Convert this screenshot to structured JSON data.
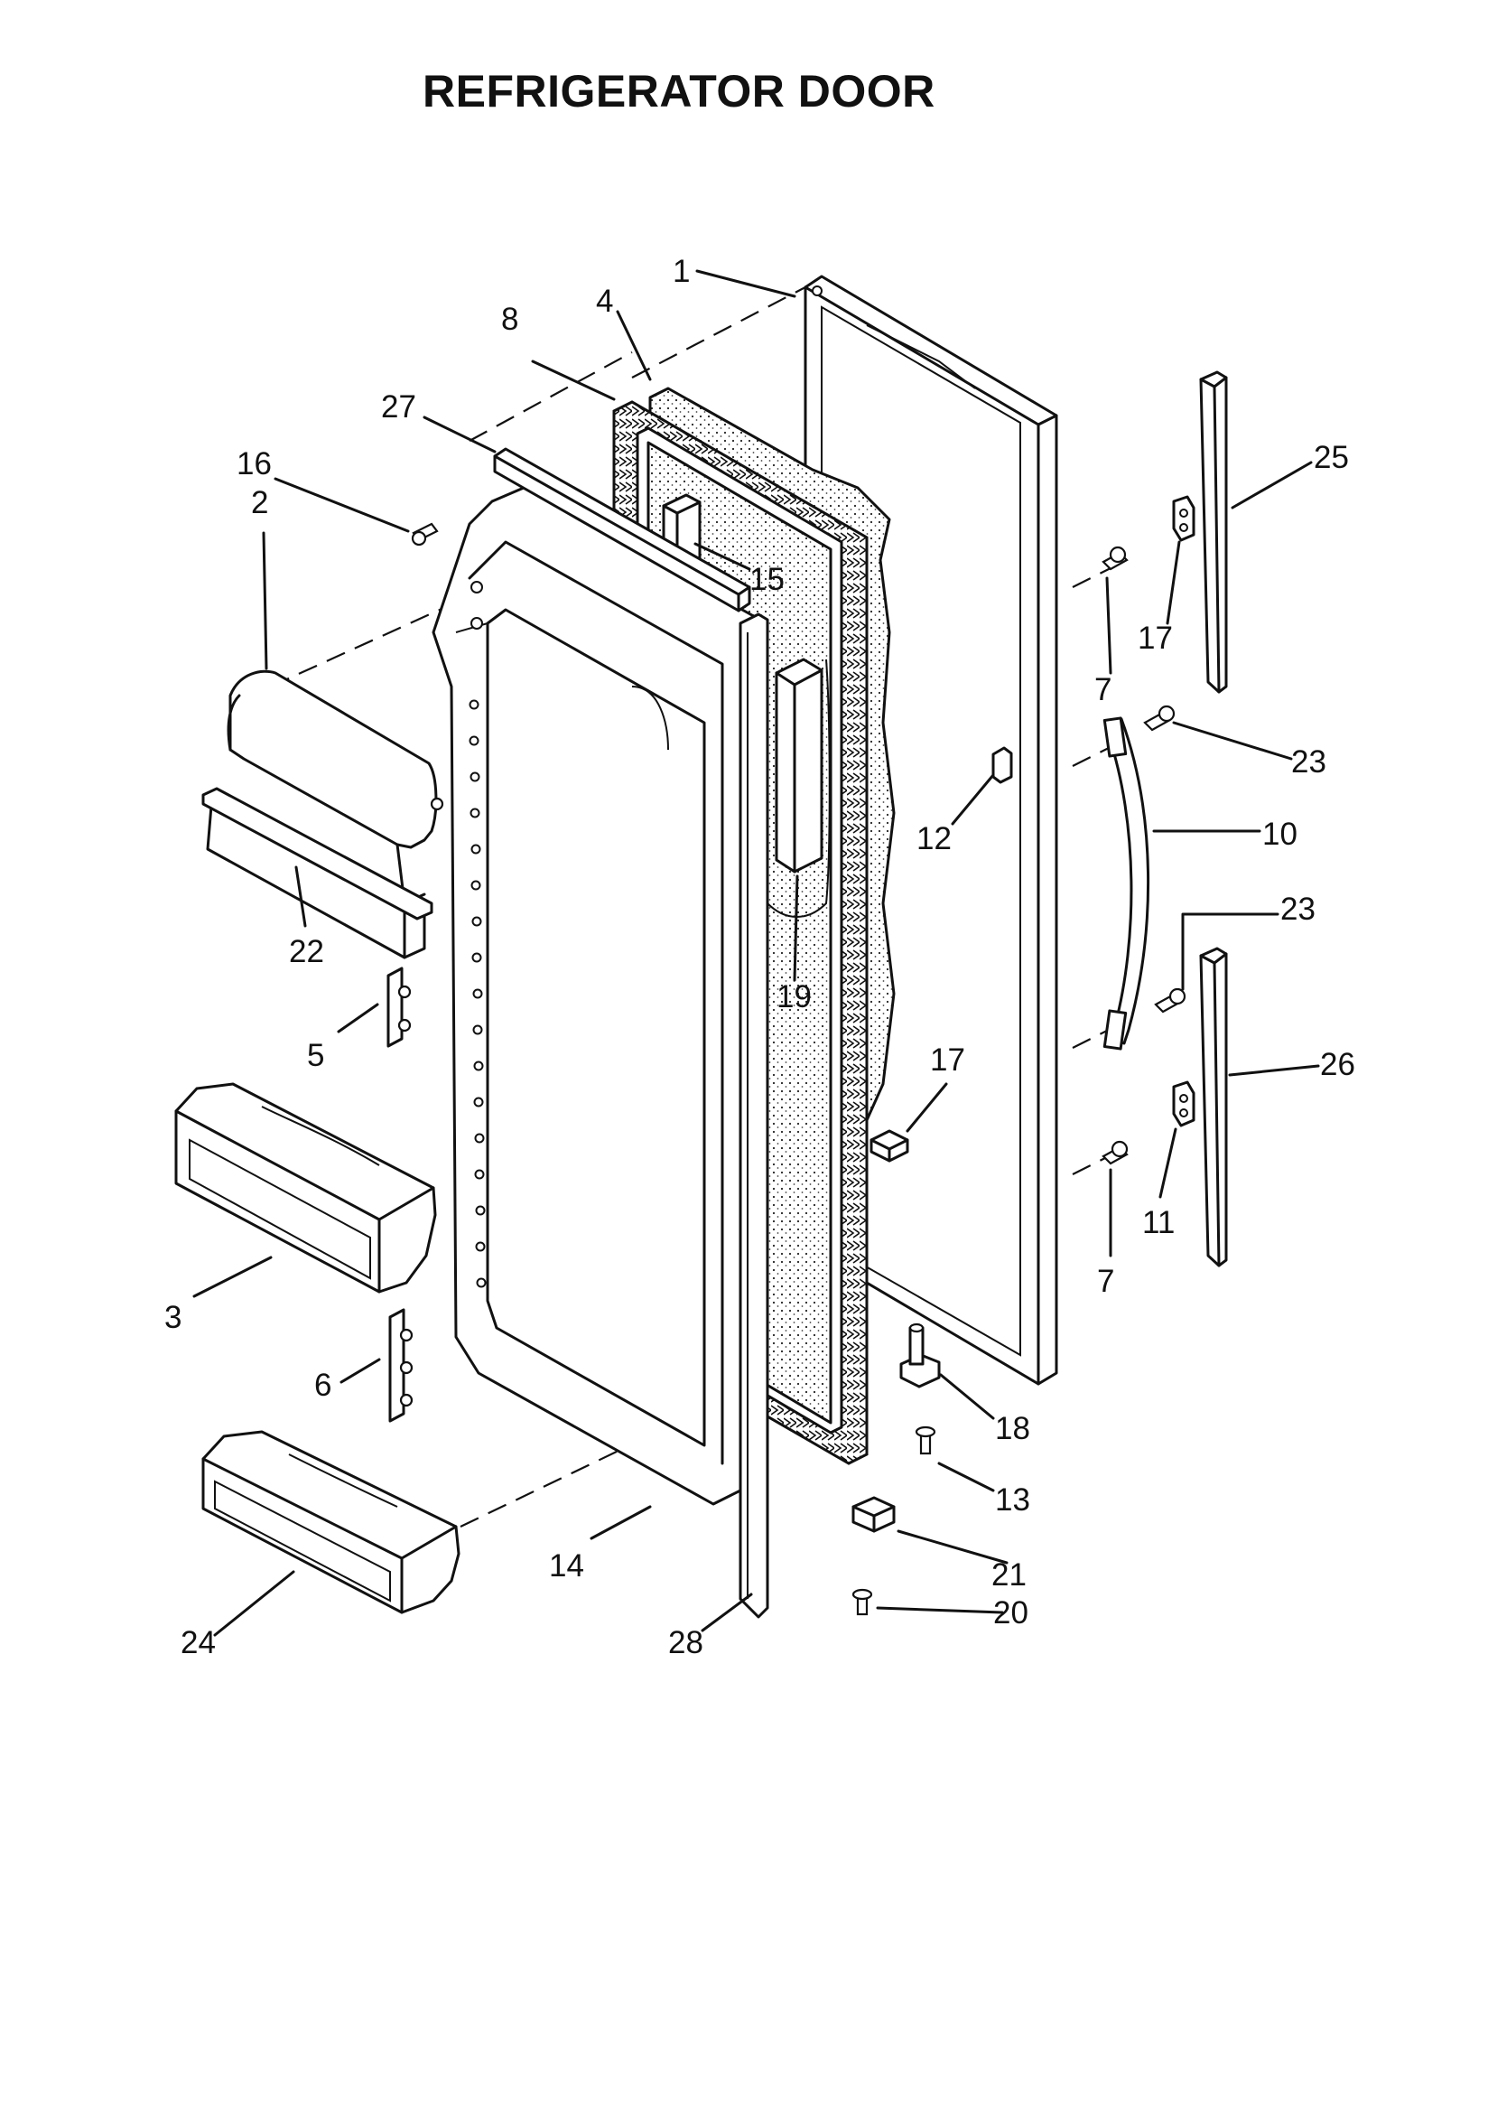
{
  "title": "REFRIGERATOR DOOR",
  "callouts": [
    {
      "id": "c1",
      "label": "1"
    },
    {
      "id": "c4",
      "label": "4"
    },
    {
      "id": "c8",
      "label": "8"
    },
    {
      "id": "c27",
      "label": "27"
    },
    {
      "id": "c16",
      "label": "16"
    },
    {
      "id": "c2",
      "label": "2"
    },
    {
      "id": "c15",
      "label": "15"
    },
    {
      "id": "c25",
      "label": "25"
    },
    {
      "id": "c17a",
      "label": "17"
    },
    {
      "id": "c7a",
      "label": "7"
    },
    {
      "id": "c23a",
      "label": "23"
    },
    {
      "id": "c12",
      "label": "12"
    },
    {
      "id": "c10",
      "label": "10"
    },
    {
      "id": "c22",
      "label": "22"
    },
    {
      "id": "c19",
      "label": "19"
    },
    {
      "id": "c23b",
      "label": "23"
    },
    {
      "id": "c5",
      "label": "5"
    },
    {
      "id": "c17b",
      "label": "17"
    },
    {
      "id": "c26",
      "label": "26"
    },
    {
      "id": "c11",
      "label": "11"
    },
    {
      "id": "c7b",
      "label": "7"
    },
    {
      "id": "c3",
      "label": "3"
    },
    {
      "id": "c6",
      "label": "6"
    },
    {
      "id": "c18",
      "label": "18"
    },
    {
      "id": "c13",
      "label": "13"
    },
    {
      "id": "c14",
      "label": "14"
    },
    {
      "id": "c21",
      "label": "21"
    },
    {
      "id": "c20",
      "label": "20"
    },
    {
      "id": "c24",
      "label": "24"
    },
    {
      "id": "c28",
      "label": "28"
    }
  ]
}
